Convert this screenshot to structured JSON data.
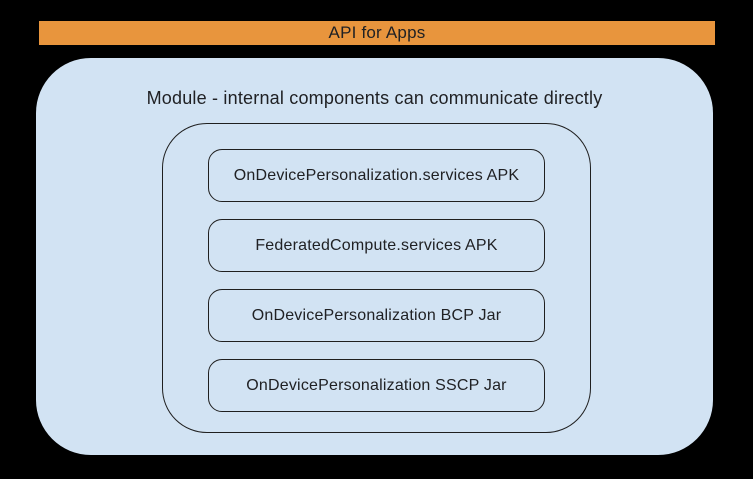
{
  "banner": {
    "label": "API for Apps"
  },
  "module": {
    "title": "Module - internal components can communicate directly",
    "components": [
      {
        "label": "OnDevicePersonalization.services APK"
      },
      {
        "label": "FederatedCompute.services APK"
      },
      {
        "label": "OnDevicePersonalization BCP Jar"
      },
      {
        "label": "OnDevicePersonalization SSCP Jar"
      }
    ]
  },
  "colors": {
    "background": "#000000",
    "banner_orange": "#E8953D",
    "module_blue": "#D2E3F3",
    "outline": "#1F1F1F",
    "text": "#202124"
  }
}
